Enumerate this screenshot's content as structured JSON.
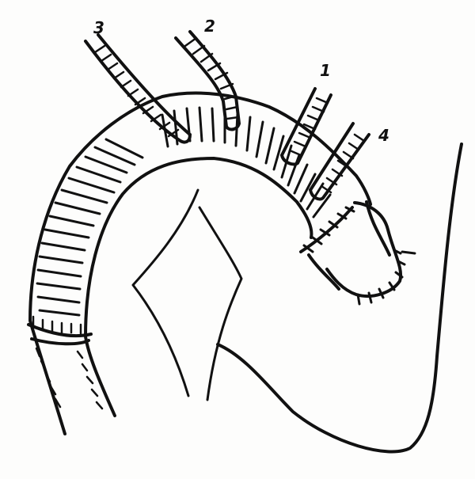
{
  "figure": {
    "labels": [
      {
        "id": "branch-3",
        "text": "3"
      },
      {
        "id": "branch-2",
        "text": "2"
      },
      {
        "id": "branch-1",
        "text": "1"
      },
      {
        "id": "branch-4",
        "text": "4"
      }
    ],
    "colors": {
      "ink": "#111111",
      "paper": "#fdfdfc"
    }
  }
}
